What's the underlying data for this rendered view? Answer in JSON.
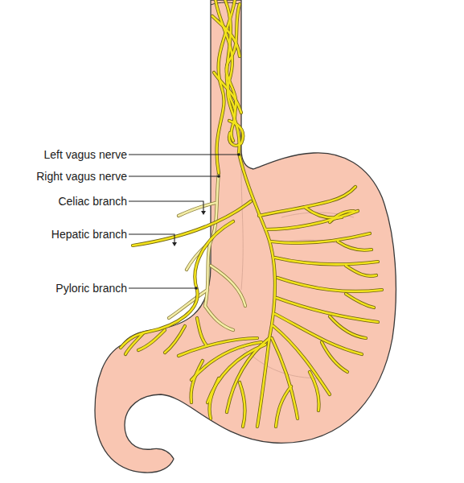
{
  "diagram": {
    "labels": [
      "Left vagus nerve",
      "Right vagus nerve",
      "Celiac branch",
      "Hepatic branch",
      "Pyloric branch"
    ]
  }
}
